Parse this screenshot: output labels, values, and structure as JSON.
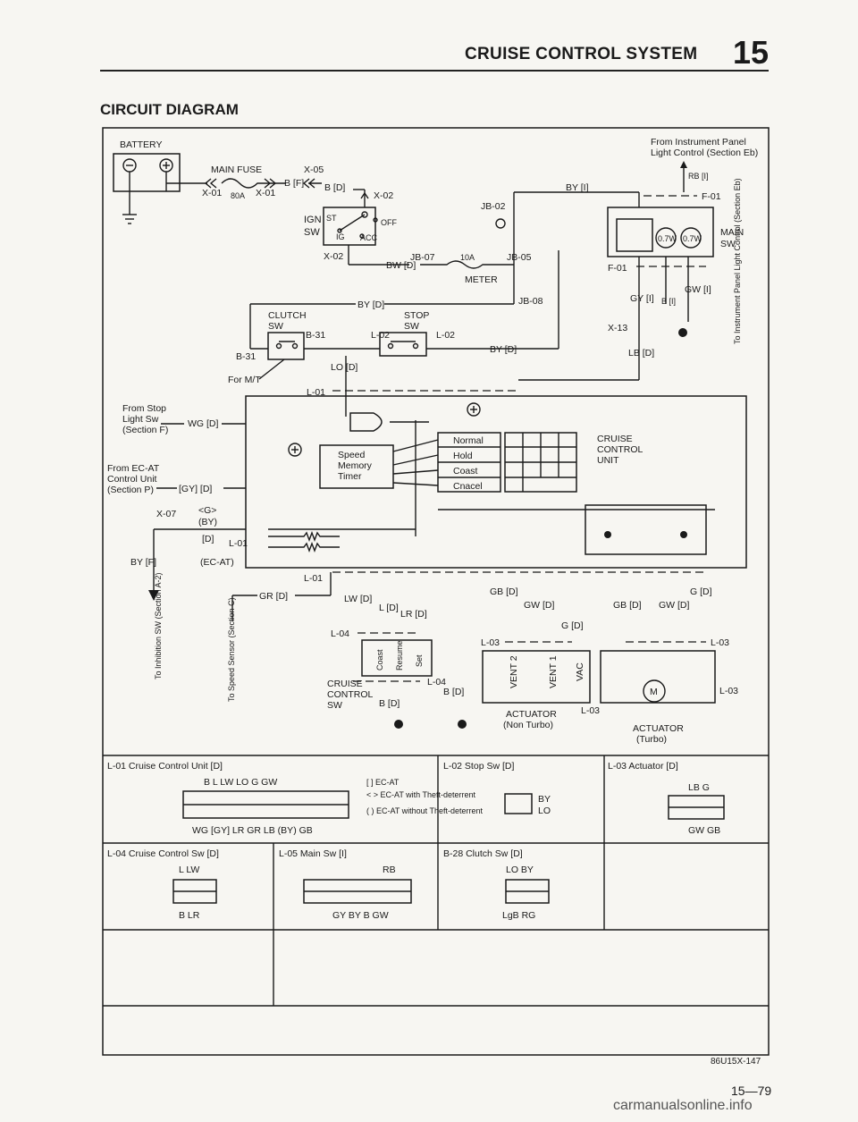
{
  "header": {
    "title": "CRUISE CONTROL SYSTEM",
    "section_no": "15"
  },
  "section_title": "CIRCUIT DIAGRAM",
  "diagram": {
    "battery": "BATTERY",
    "main_fuse": "MAIN FUSE",
    "fuse_80a": "80A",
    "x01a": "X-01",
    "x01b": "X-01",
    "x05": "X-05",
    "b_f": "B [F]",
    "b_d": "B [D]",
    "x02a": "X-02",
    "x02b": "X-02",
    "ign": "IGN",
    "sw": "SW",
    "st": "ST",
    "off": "OFF",
    "ig": "IG",
    "acc": "ACC",
    "jb02": "JB-02",
    "jb07": "JB-07",
    "fuse_10a": "10A",
    "jb05": "JB-05",
    "meter": "METER",
    "jb08": "JB-08",
    "bw_d": "BW [D]",
    "by_i": "BY [I]",
    "by_d1": "BY [D]",
    "by_d2": "BY [D]",
    "clutch_sw": "CLUTCH",
    "clutch_sw2": "SW",
    "b31a": "B-31",
    "b31b": "B-31",
    "stop_sw": "STOP",
    "stop_sw2": "SW",
    "l02a": "L-02",
    "l02b": "L-02",
    "for_mt": "For M/T",
    "lo_d": "LO [D]",
    "l01a": "L-01",
    "from_instr1": "From Instrument Panel",
    "from_instr2": "Light Control (Section Eb)",
    "rb_i": "RB [I]",
    "f01a": "F-01",
    "f01b": "F-01",
    "main_sw1": "MAIN",
    "main_sw2": "SW",
    "bulb1": "0.7W",
    "bulb2": "0.7W",
    "gy_i": "GY [I]",
    "b_i": "B [I]",
    "gw_i": "GW [I]",
    "x13": "X-13",
    "lb_d": "LB [D]",
    "to_instr": "To Instrument Panel Light Control (Section Eb)",
    "from_stop1": "From Stop",
    "from_stop2": "Light Sw",
    "from_stop3": "(Section F)",
    "wg_d": "WG [D]",
    "from_ecat1": "From EC-AT",
    "from_ecat2": "Control Unit",
    "from_ecat3": "(Section P)",
    "gy_d": "[GY] [D]",
    "x07": "X-07",
    "g_angle": "<G>",
    "by_paren": "(BY)",
    "d_bracket": "[D]",
    "l01b": "L-01",
    "by_f": "BY [F]",
    "ec_at": "(EC-AT)",
    "speed_mem1": "Speed",
    "speed_mem2": "Memory",
    "speed_mem3": "Timer",
    "mode_normal": "Normal",
    "mode_hold": "Hold",
    "mode_coast": "Coast",
    "mode_cancel": "Cnacel",
    "ccu1": "CRUISE",
    "ccu2": "CONTROL",
    "ccu3": "UNIT",
    "l01c": "L-01",
    "gr_d": "GR [D]",
    "lw_d": "LW [D]",
    "l_d": "L [D]",
    "lr_d": "LR [D]",
    "gb_d1": "GB [D]",
    "gw_d1": "GW [D]",
    "g_d1": "G [D]",
    "gb_d2": "GB [D]",
    "gw_d2": "GW [D]",
    "g_d2": "G [D]",
    "to_inhib": "To Inhibition SW (Section A-2)",
    "to_speed": "To Speed Sensor (Section C)",
    "l04a": "L-04",
    "l04b": "L-04",
    "sw_coast": "Coast",
    "sw_resume": "Resume",
    "sw_set": "Set",
    "ccsw1": "CRUISE",
    "ccsw2": "CONTROL",
    "ccsw3": "SW",
    "b_d2": "B [D]",
    "b_d3": "B [D]",
    "l03a": "L-03",
    "l03b": "L-03",
    "l03c": "L-03",
    "l03d": "L-03",
    "vent2": "VENT 2",
    "vent1": "VENT 1",
    "vac": "VAC",
    "act_nt1": "ACTUATOR",
    "act_nt2": "(Non Turbo)",
    "act_t1": "ACTUATOR",
    "act_t2": "(Turbo)",
    "motor": "M"
  },
  "connectors": {
    "c1_title": "L-01 Cruise Control Unit [D]",
    "c1_top": "B   L   LW        LO   G   GW",
    "c1_bottom": "WG [GY]  LR   GR  LB (BY)  GB",
    "c1_note1": "[  ]  EC-AT",
    "c1_note2": "< >  EC-AT with Theft-deterrent",
    "c1_note3": "(  )  EC-AT without Theft-deterrent",
    "c2_title": "L-02 Stop Sw [D]",
    "c2_pins": "BY",
    "c2_pins2": "LO",
    "c3_title": "L-03 Actuator [D]",
    "c3_top": "LB   G",
    "c3_bottom": "GW  GB",
    "c4_title": "L-04 Cruise Control Sw [D]",
    "c4_top": "L   LW",
    "c4_bottom": "B   LR",
    "c5_title": "L-05 Main Sw [I]",
    "c5_top": "RB",
    "c5_bottom": "GY  BY  B  GW",
    "c6_title": "B-28 Clutch Sw [D]",
    "c6_top": "LO  BY",
    "c6_bottom": "LgB  RG"
  },
  "footer": {
    "figure_no": "86U15X-147",
    "page": "15—79",
    "watermark": "carmanualsonline.info"
  }
}
